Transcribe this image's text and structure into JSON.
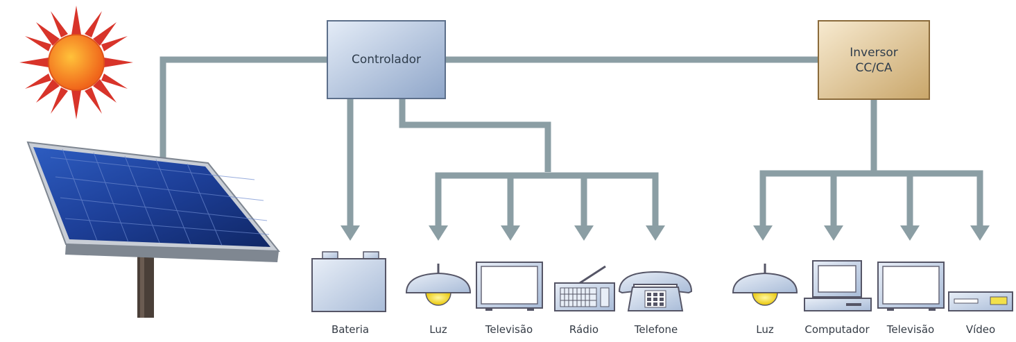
{
  "controller": {
    "label": "Controlador"
  },
  "inverter": {
    "label": "Inversor\nCC/CA"
  },
  "dc_loads": [
    {
      "label": "Bateria",
      "icon": "battery-icon"
    },
    {
      "label": "Luz",
      "icon": "lamp-icon"
    },
    {
      "label": "Televisão",
      "icon": "television-icon"
    },
    {
      "label": "Rádio",
      "icon": "radio-icon"
    },
    {
      "label": "Telefone",
      "icon": "telephone-icon"
    }
  ],
  "ac_loads": [
    {
      "label": "Luz",
      "icon": "lamp-icon"
    },
    {
      "label": "Computador",
      "icon": "computer-icon"
    },
    {
      "label": "Televisão",
      "icon": "television-icon"
    },
    {
      "label": "Vídeo",
      "icon": "video-player-icon"
    }
  ],
  "colors": {
    "line": "#8b9ea4",
    "controller_fill": "#b9c9e2",
    "inverter_fill": "#e6cfa2",
    "panel_blue": "#1f3f8f",
    "sun": "#f58a1f",
    "device_fill": "#c5d3e6"
  }
}
